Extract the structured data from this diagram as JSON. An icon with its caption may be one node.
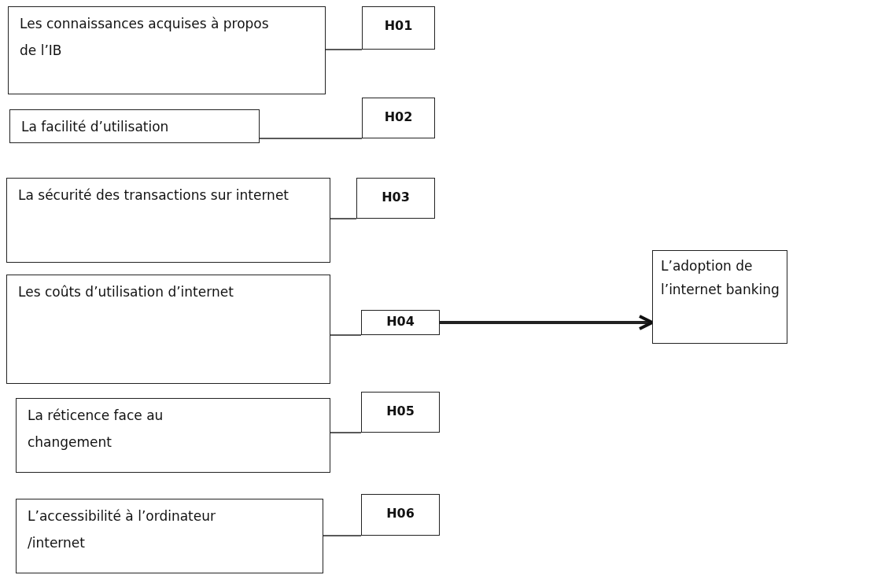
{
  "diagram": {
    "nodes": [
      {
        "text": [
          "Les connaissances acquises à propos de l’IB"
        ]
      },
      {
        "text": [
          "H01"
        ]
      },
      {
        "text": [
          "La facilité d’utilisation"
        ]
      },
      {
        "text": [
          "H02"
        ]
      },
      {
        "text": [
          "La sécurité des transactions sur internet"
        ]
      },
      {
        "text": [
          "H03"
        ]
      },
      {
        "text": [
          "Les coûts d’utilisation d’internet"
        ]
      },
      {
        "text": [
          "H04"
        ]
      },
      {
        "text": [
          "La réticence face au changement"
        ]
      },
      {
        "text": [
          "H05"
        ]
      },
      {
        "text": [
          "L’accessibilité à l’ordinateur /internet"
        ]
      },
      {
        "text": [
          "H06"
        ]
      },
      {
        "text": [
          "L’adoption de l’internet banking"
        ]
      }
    ],
    "edges": [
      {
        "from": 0,
        "to": 1,
        "arrow": "none"
      },
      {
        "from": 2,
        "to": 3,
        "arrow": "none"
      },
      {
        "from": 4,
        "to": 5,
        "arrow": "none"
      },
      {
        "from": 6,
        "to": 7,
        "arrow": "none"
      },
      {
        "from": 8,
        "to": 9,
        "arrow": "none"
      },
      {
        "from": 10,
        "to": 11,
        "arrow": "none"
      },
      {
        "from": 7,
        "to": 12,
        "arrow": "to",
        "style": "thick"
      }
    ]
  }
}
